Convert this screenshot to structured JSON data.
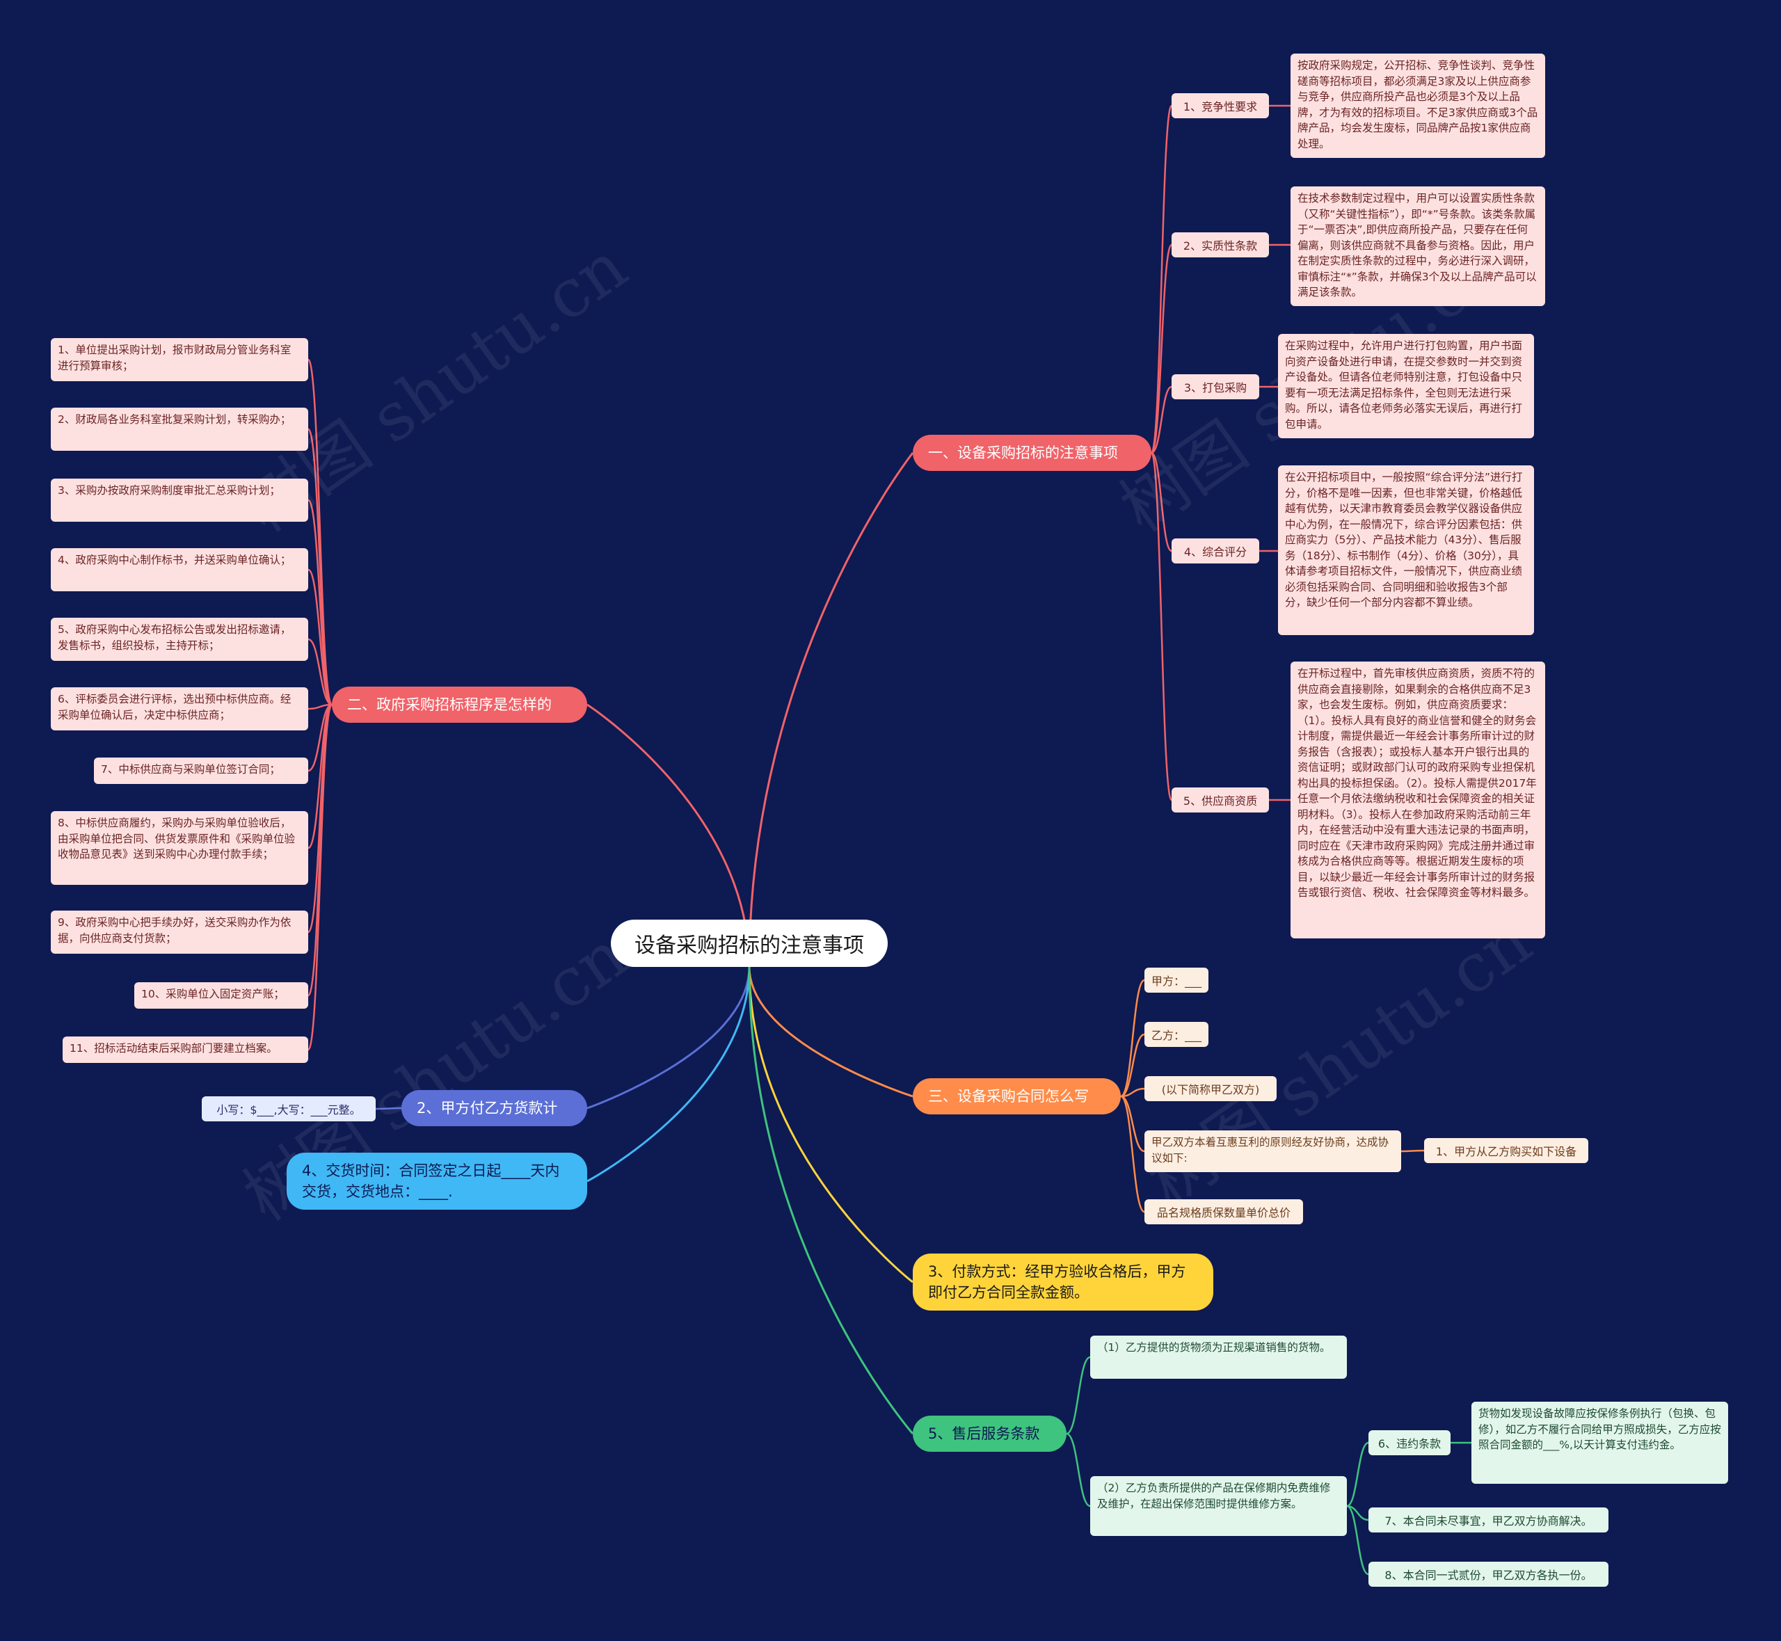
{
  "root": "设备采购招标的注意事项",
  "branches": {
    "b1": {
      "label": "一、设备采购招标的注意事项",
      "color": "#f06369",
      "items": [
        {
          "label": "1、竞争性要求",
          "text": "按政府采购规定，公开招标、竞争性谈判、竞争性磋商等招标项目，都必须满足3家及以上供应商参与竞争，供应商所投产品也必须是3个及以上品牌，才为有效的招标项目。不足3家供应商或3个品牌产品，均会发生废标，同品牌产品按1家供应商处理。"
        },
        {
          "label": "2、实质性条款",
          "text": "在技术参数制定过程中，用户可以设置实质性条款（又称“关键性指标”），即“*”号条款。该类条款属于“一票否决”,即供应商所投产品，只要存在任何偏离，则该供应商就不具备参与资格。因此，用户在制定实质性条款的过程中，务必进行深入调研，审慎标注“*”条款，并确保3个及以上品牌产品可以满足该条款。"
        },
        {
          "label": "3、打包采购",
          "text": "在采购过程中，允许用户进行打包购置，用户书面向资产设备处进行申请，在提交参数时一并交到资产设备处。但请各位老师特别注意，打包设备中只要有一项无法满足招标条件，全包则无法进行采购。所以，请各位老师务必落实无误后，再进行打包申请。"
        },
        {
          "label": "4、综合评分",
          "text": "在公开招标项目中，一般按照“综合评分法”进行打分，价格不是唯一因素，但也非常关键，价格越低越有优势，以天津市教育委员会教学仪器设备供应中心为例，在一般情况下，综合评分因素包括：供应商实力（5分）、产品技术能力（43分）、售后服务（18分）、标书制作（4分）、价格（30分），具体请参考项目招标文件，一般情况下，供应商业绩必须包括采购合同、合同明细和验收报告3个部分，缺少任何一个部分内容都不算业绩。"
        },
        {
          "label": "5、供应商资质",
          "text": "在开标过程中，首先审核供应商资质，资质不符的供应商会直接剔除，如果剩余的合格供应商不足3家，也会发生废标。例如，供应商资质要求：（1）。投标人具有良好的商业信誉和健全的财务会计制度，需提供最近一年经会计事务所审计过的财务报告（含报表）；或投标人基本开户银行出具的资信证明；或财政部门认可的政府采购专业担保机构出具的投标担保函。（2）。投标人需提供2017年任意一个月依法缴纳税收和社会保障资金的相关证明材料。（3）。投标人在参加政府采购活动前三年内，在经营活动中没有重大违法记录的书面声明，同时应在《天津市政府采购网》完成注册并通过审核成为合格供应商等等。根据近期发生废标的项目，以缺少最近一年经会计事务所审计过的财务报告或银行资信、税收、社会保障资金等材料最多。"
        }
      ]
    },
    "b2": {
      "label": "二、政府采购招标程序是怎样的",
      "color": "#f06369",
      "items": [
        "1、单位提出采购计划，报市财政局分管业务科室进行预算审核；",
        "2、财政局各业务科室批复采购计划，转采购办；",
        "3、采购办按政府采购制度审批汇总采购计划；",
        "4、政府采购中心制作标书，并送采购单位确认；",
        "5、政府采购中心发布招标公告或发出招标邀请，发售标书，组织投标，主持开标；",
        "6、评标委员会进行评标，选出预中标供应商。经采购单位确认后，决定中标供应商；",
        "7、中标供应商与采购单位签订合同；",
        "8、中标供应商履约，采购办与采购单位验收后，由采购单位把合同、供货发票原件和《采购单位验收物品意见表》送到采购中心办理付款手续；",
        "9、政府采购中心把手续办好，送交采购办作为依据，向供应商支付货款；",
        "10、采购单位入固定资产账；",
        "11、招标活动结束后采购部门要建立档案。"
      ]
    },
    "b3": {
      "label": "三、设备采购合同怎么写",
      "color": "#ff8c4a",
      "items": [
        "甲方：___",
        "乙方：___",
        "(以下简称甲乙双方)",
        "甲乙双方本着互惠互利的原则经友好协商，达成协议如下:",
        "品名规格质保数量单价总价"
      ],
      "sub_child": "1、甲方从乙方购买如下设备"
    },
    "b4": {
      "label": "2、甲方付乙方货款计",
      "color": "#5b6fd6",
      "child": "小写：$___,大写：___元整。"
    },
    "b5": {
      "label": "4、交货时间：合同签定之日起____天内交货，交货地点：____.",
      "color": "#3fb8f5"
    },
    "b6": {
      "label": "3、付款方式：经甲方验收合格后，甲方即付乙方合同全款金额。",
      "color": "#ffd43b"
    },
    "b7": {
      "label": "5、售后服务条款",
      "color": "#3ec47e",
      "items": [
        "（1）乙方提供的货物须为正规渠道销售的货物。",
        "（2）乙方负责所提供的产品在保修期内免费维修及维护，在超出保修范围时提供维修方案。"
      ],
      "sub": [
        {
          "label": "6、违约条款",
          "text": "货物如发现设备故障应按保修条例执行（包换、包修），如乙方不履行合同给甲方照成损失，乙方应按照合同金额的___%,以天计算支付违约金。"
        },
        {
          "label": "7、本合同未尽事宜，甲乙双方协商解决。"
        },
        {
          "label": "8、本合同一式贰份，甲乙双方各执一份。"
        }
      ]
    }
  },
  "watermark": "树图 shutu.cn"
}
